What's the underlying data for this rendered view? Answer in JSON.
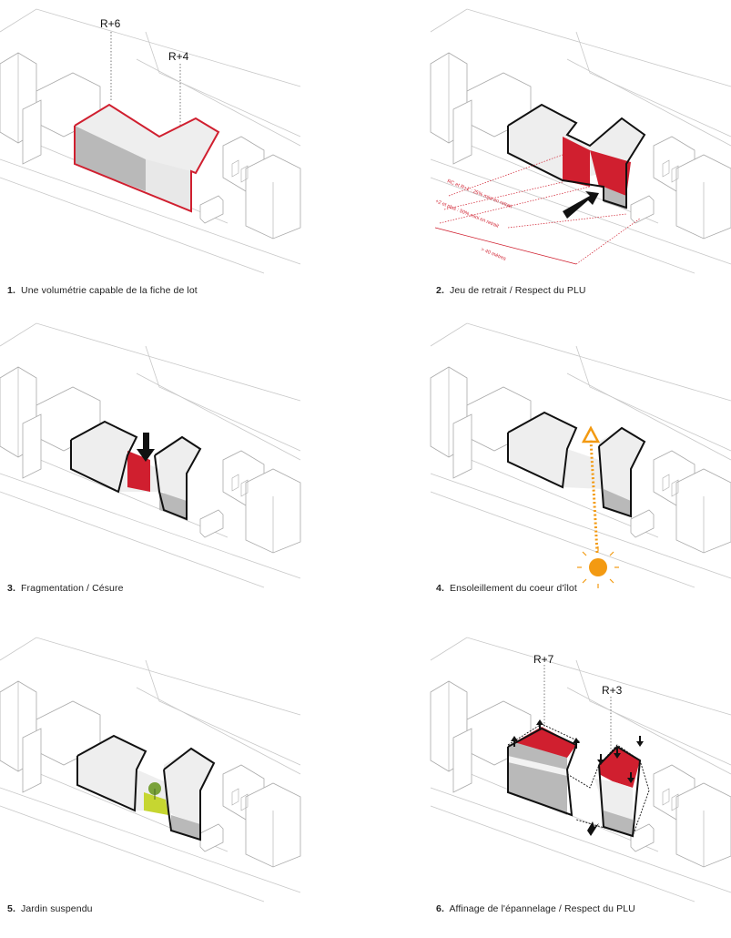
{
  "colors": {
    "accent_red": "#d01f2f",
    "sun": "#f39a12",
    "garden": "#c6d631",
    "mass_gray": "#b9b9b9",
    "line": "#333333"
  },
  "panels": [
    {
      "number": "1.",
      "caption": "Une volumétrie capable de la fiche de lot",
      "labels": [
        "R+6",
        "R+4"
      ]
    },
    {
      "number": "2.",
      "caption": "Jeu de retrait / Respect du PLU",
      "annotations": [
        "RC et R+1 : 25% mini en retrait",
        "+2 et plus : 50% mini en retrait",
        "> 40 mètres"
      ]
    },
    {
      "number": "3.",
      "caption": "Fragmentation / Césure"
    },
    {
      "number": "4.",
      "caption": "Ensoleillement du coeur d'îlot"
    },
    {
      "number": "5.",
      "caption": "Jardin suspendu"
    },
    {
      "number": "6.",
      "caption": "Affinage de l'épannelage / Respect du PLU",
      "labels": [
        "R+7",
        "R+3"
      ]
    }
  ]
}
